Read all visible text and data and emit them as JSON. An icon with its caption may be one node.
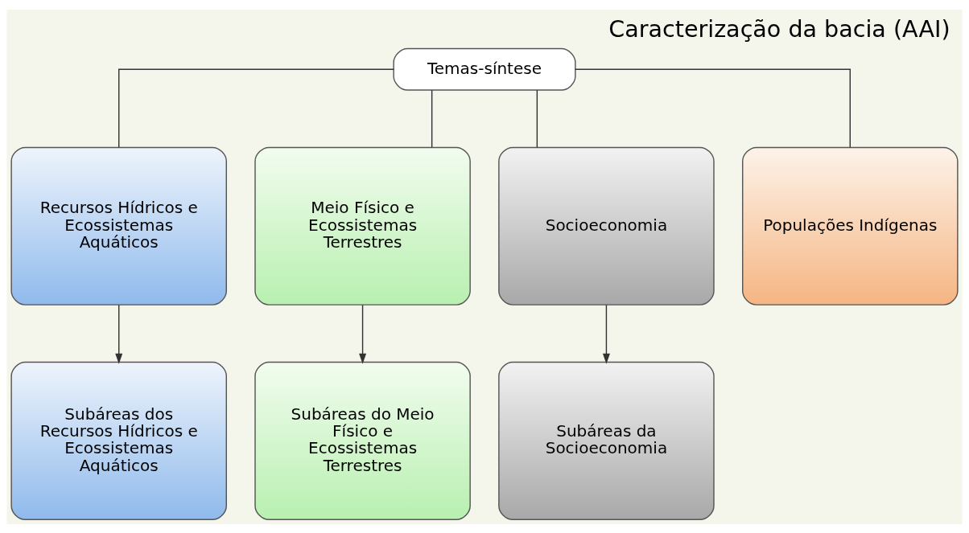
{
  "diagram": {
    "title": "Caracterização da bacia (AAI)",
    "nodes": [
      {
        "text": [
          "Temas-síntese"
        ]
      },
      {
        "text": [
          "Recursos Hídricos e Ecossistemas Aquáticos"
        ]
      },
      {
        "text": [
          "Meio Físico e Ecossistemas Terrestres"
        ]
      },
      {
        "text": [
          "Socioeconomia"
        ]
      },
      {
        "text": [
          "Populações Indígenas"
        ]
      },
      {
        "text": [
          "Subáreas dos Recursos Hídricos e Ecossistemas Aquáticos"
        ]
      },
      {
        "text": [
          "Subáreas do Meio Físico e Ecossistemas Terrestres"
        ]
      },
      {
        "text": [
          "Subáreas da Socioeconomia"
        ]
      }
    ],
    "edges": [
      {
        "from": 0,
        "to": 1,
        "arrow": "none"
      },
      {
        "from": 0,
        "to": 2,
        "arrow": "none"
      },
      {
        "from": 0,
        "to": 3,
        "arrow": "none"
      },
      {
        "from": 0,
        "to": 4,
        "arrow": "none"
      },
      {
        "from": 1,
        "to": 5,
        "arrow": "to"
      },
      {
        "from": 2,
        "to": 6,
        "arrow": "to"
      },
      {
        "from": 3,
        "to": 7,
        "arrow": "to"
      }
    ]
  }
}
